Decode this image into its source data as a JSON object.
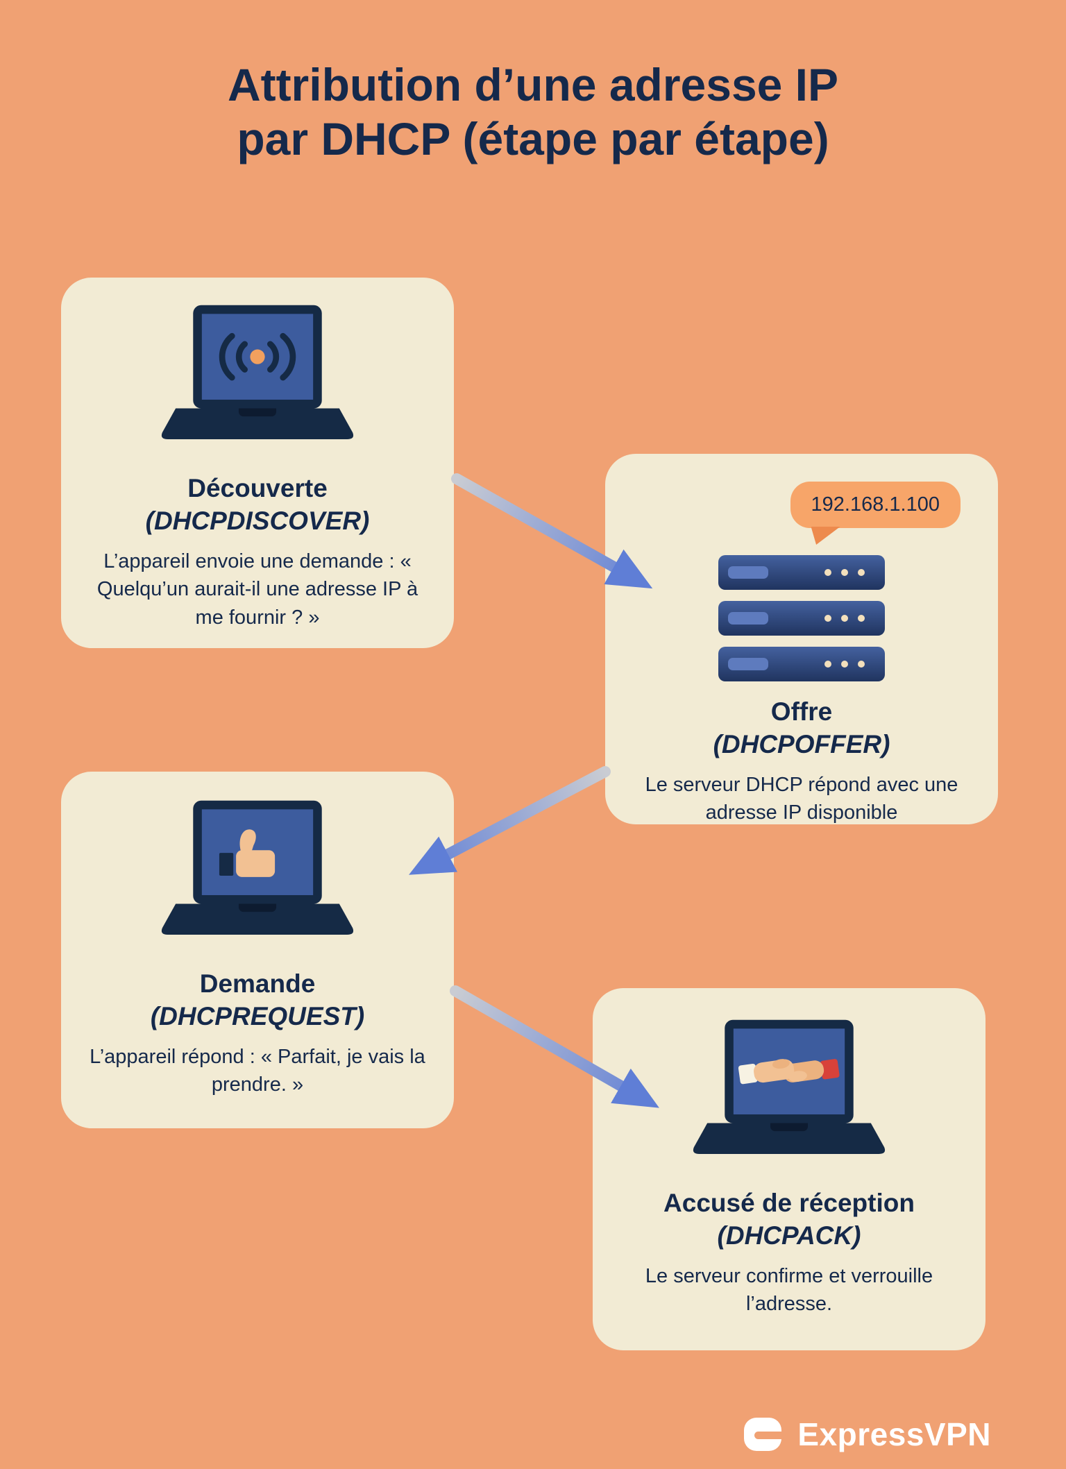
{
  "title": {
    "line1": "Attribution d’une adresse IP",
    "line2": "par DHCP (étape par étape)"
  },
  "steps": [
    {
      "id": "discover",
      "icon": "laptop-broadcast-icon",
      "heading": "Découverte",
      "protocol": "(DHCPDISCOVER)",
      "body": "L’appareil envoie une demande : « Quelqu’un aurait-il une adresse IP à me fournir ? »"
    },
    {
      "id": "offer",
      "icon": "server-stack-icon",
      "bubble": "192.168.1.100",
      "heading": "Offre",
      "protocol": "(DHCPOFFER)",
      "body": "Le serveur DHCP répond avec une adresse IP disponible"
    },
    {
      "id": "request",
      "icon": "laptop-thumbs-up-icon",
      "heading": "Demande",
      "protocol": "(DHCPREQUEST)",
      "body": "L’appareil répond : « Parfait, je vais la prendre. »"
    },
    {
      "id": "ack",
      "icon": "laptop-handshake-icon",
      "heading": "Accusé de réception",
      "protocol": "(DHCPACK)",
      "body": "Le serveur confirme et verrouille l’adresse."
    }
  ],
  "footer": {
    "brand": "ExpressVPN"
  },
  "colors": {
    "background": "#F0A173",
    "card": "#F2EBD4",
    "text": "#15294B",
    "screen_blue": "#3D5C9E",
    "laptop_dark": "#152A45",
    "bubble_orange": "#F7A569",
    "bubble_tail": "#ED8A4D",
    "accent_dot": "#F2A05E",
    "hand_tan": "#F2C193",
    "cuff_red": "#D8423A",
    "cuff_white": "#F7F2E3",
    "arrow_start": "#C9CCD3",
    "arrow_end": "#5F7ED6",
    "logo": "#FFFFFF"
  }
}
